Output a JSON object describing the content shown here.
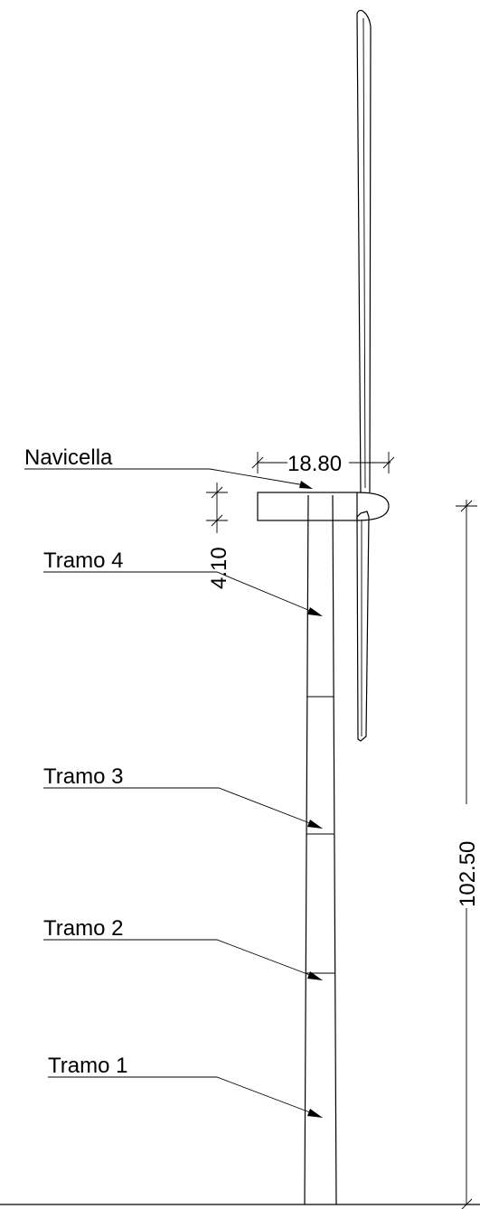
{
  "labels": {
    "nacelle": "Navicella",
    "section_4": "Tramo 4",
    "section_3": "Tramo 3",
    "section_2": "Tramo 2",
    "section_1": "Tramo 1"
  },
  "dimensions": {
    "rotor_width": "18.80",
    "nacelle_height": "4.10",
    "hub_height": "102.50"
  }
}
